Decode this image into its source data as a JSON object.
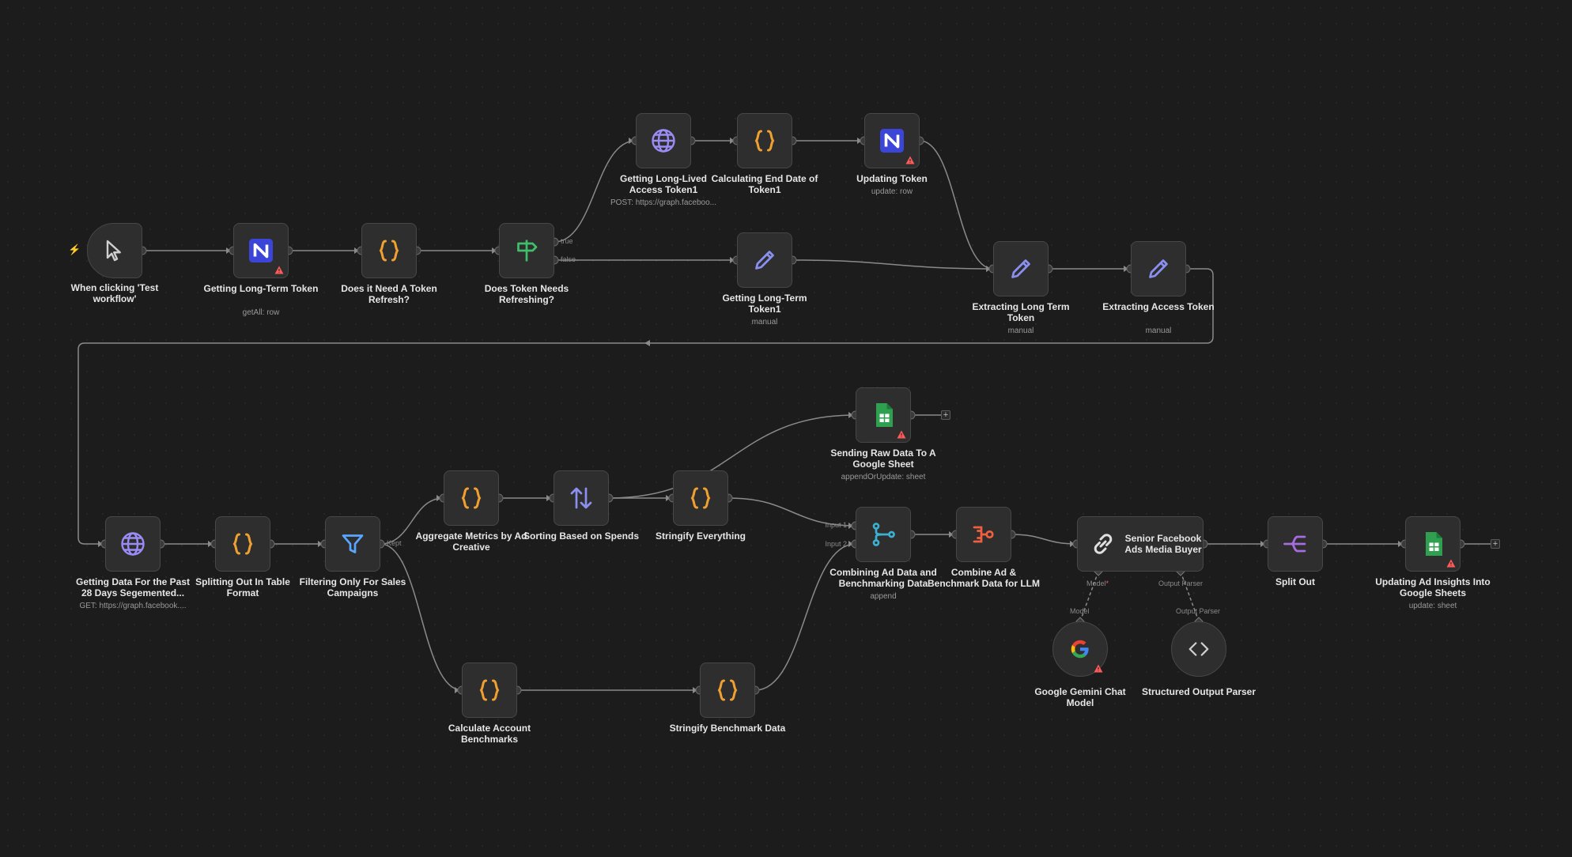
{
  "nodes": [
    {
      "id": "manual-trigger",
      "label": "When clicking 'Test workflow'",
      "subtitle": "",
      "icon": "cursor-icon",
      "warning": false
    },
    {
      "id": "getting-long-term-token",
      "label": "Getting Long-Term Token",
      "subtitle": "getAll: row",
      "icon": "nocodb-icon",
      "warning": true
    },
    {
      "id": "does-it-need-refresh",
      "label": "Does it Need A Token Refresh?",
      "subtitle": "",
      "icon": "code-braces-icon",
      "warning": false
    },
    {
      "id": "does-token-need-refreshing",
      "label": "Does Token Needs Refreshing?",
      "subtitle": "",
      "icon": "if-signpost-icon",
      "warning": false
    },
    {
      "id": "getting-long-lived-access-token",
      "label": "Getting Long-Lived Access Token1",
      "subtitle": "POST: https://graph.faceboo...",
      "icon": "globe-icon",
      "warning": false
    },
    {
      "id": "calculating-end-date",
      "label": "Calculating End Date of Token1",
      "subtitle": "",
      "icon": "code-braces-icon",
      "warning": false
    },
    {
      "id": "updating-token",
      "label": "Updating Token",
      "subtitle": "update: row",
      "icon": "nocodb-icon",
      "warning": true
    },
    {
      "id": "getting-long-term-token1",
      "label": "Getting Long-Term Token1",
      "subtitle": "manual",
      "icon": "pencil-icon",
      "warning": false
    },
    {
      "id": "extracting-long-term-token",
      "label": "Extracting Long Term Token",
      "subtitle": "manual",
      "icon": "pencil-icon",
      "warning": false
    },
    {
      "id": "extracting-access-token",
      "label": "Extracting Access Token",
      "subtitle": "manual",
      "icon": "pencil-icon",
      "warning": false
    },
    {
      "id": "getting-data-past-28-days",
      "label": "Getting Data For the Past 28 Days Segemented...",
      "subtitle": "GET: https://graph.facebook....",
      "icon": "globe-icon",
      "warning": false
    },
    {
      "id": "splitting-out-table-format",
      "label": "Splitting Out In Table Format",
      "subtitle": "",
      "icon": "code-braces-icon",
      "warning": false
    },
    {
      "id": "filtering-sales-campaigns",
      "label": "Filtering Only For Sales Campaigns",
      "subtitle": "",
      "icon": "filter-icon",
      "warning": false
    },
    {
      "id": "aggregate-metrics",
      "label": "Aggregate Metrics by Ad Creative",
      "subtitle": "",
      "icon": "code-braces-icon",
      "warning": false
    },
    {
      "id": "sorting-based-on-spends",
      "label": "Sorting Based on Spends",
      "subtitle": "",
      "icon": "sort-arrows-icon",
      "warning": false
    },
    {
      "id": "stringify-everything",
      "label": "Stringify Everything",
      "subtitle": "",
      "icon": "code-braces-icon",
      "warning": false
    },
    {
      "id": "sending-raw-data-sheet",
      "label": "Sending Raw Data To A Google Sheet",
      "subtitle": "appendOrUpdate: sheet",
      "icon": "google-sheets-icon",
      "warning": true
    },
    {
      "id": "combining-ad-benchmark",
      "label": "Combining Ad Data and Benchmarking Data",
      "subtitle": "append",
      "icon": "merge-icon",
      "warning": false
    },
    {
      "id": "combine-ad-benchmark-llm",
      "label": "Combine Ad & Benchmark Data for LLM",
      "subtitle": "",
      "icon": "aggregate-icon",
      "warning": false
    },
    {
      "id": "senior-facebook-ads-buyer",
      "label": "Senior Facebook Ads Media Buyer",
      "subtitle": "",
      "icon": "chain-link-icon",
      "warning": false
    },
    {
      "id": "split-out",
      "label": "Split Out",
      "subtitle": "",
      "icon": "split-out-icon",
      "warning": false
    },
    {
      "id": "updating-ad-insights-sheets",
      "label": "Updating Ad Insights Into Google Sheets",
      "subtitle": "update: sheet",
      "icon": "google-sheets-icon",
      "warning": true
    },
    {
      "id": "calculate-account-benchmarks",
      "label": "Calculate Account Benchmarks",
      "subtitle": "",
      "icon": "code-braces-icon",
      "warning": false
    },
    {
      "id": "stringify-benchmark-data",
      "label": "Stringify Benchmark Data",
      "subtitle": "",
      "icon": "code-braces-icon",
      "warning": false
    },
    {
      "id": "google-gemini-chat-model",
      "label": "Google Gemini Chat Model",
      "subtitle": "",
      "icon": "google-g-icon",
      "warning": true
    },
    {
      "id": "structured-output-parser",
      "label": "Structured Output Parser",
      "subtitle": "",
      "icon": "code-brackets-icon",
      "warning": false
    }
  ],
  "port_labels": {
    "if_true": "true",
    "if_false": "false",
    "filter_kept": "Kept",
    "merge_input1": "Input 1",
    "merge_input2": "Input 2",
    "agent_model": "Model",
    "agent_model_required": "*",
    "agent_output_parser": "Output Parser",
    "gemini_model": "Model",
    "parser_output_parser": "Output Parser"
  },
  "add_buttons": {
    "sending_raw": "+",
    "updating_insights": "+"
  },
  "trigger_bolt": "⚡",
  "colors": {
    "background": "#1c1c1c",
    "node_fill": "#2e2e2e",
    "node_border": "#474747",
    "edge": "#8a8a8a",
    "code_braces": "#f0a030",
    "nocodb": "#3b46d8",
    "globe": "#9b8cf5",
    "pencil": "#8a8ff0",
    "if": "#3fbf6a",
    "filter": "#5aa6ff",
    "sort": "#8a8ff0",
    "sheets": "#2fa04f",
    "merge": "#3bb0d0",
    "aggregate": "#f06040",
    "split_out": "#a76ce0",
    "warning": "#ff5a5a"
  }
}
